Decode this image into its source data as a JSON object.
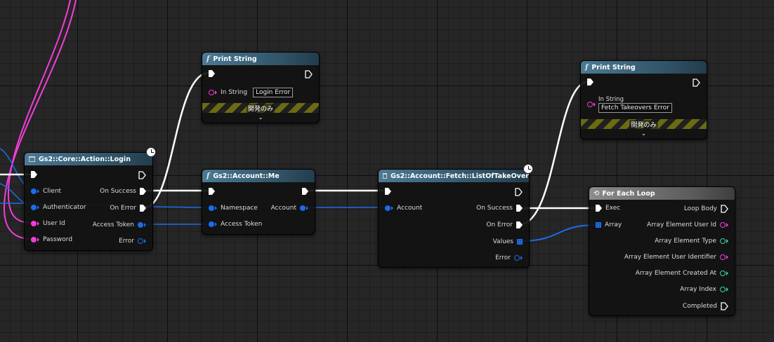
{
  "colors": {
    "exec": "#ffffff",
    "object_pin": "#1a6ee8",
    "string_pin": "#f53cd7",
    "struct_pin": "#33d6a2",
    "function_header": "#3f6a83",
    "macro_header": "#7a7a7a"
  },
  "print_string_1": {
    "title": "Print String",
    "in_string_label": "In String",
    "in_string_value": "Login Error",
    "dev_only_label": "開発のみ"
  },
  "print_string_2": {
    "title": "Print String",
    "in_string_label": "In String",
    "in_string_value": "Fetch Takeovers Error",
    "dev_only_label": "開発のみ"
  },
  "login_node": {
    "title": "Gs2::Core::Action::Login",
    "inputs": [
      "Client",
      "Authenticator",
      "User Id",
      "Password"
    ],
    "outputs": [
      "On Success",
      "On Error",
      "Access Token",
      "Error"
    ]
  },
  "account_me_node": {
    "title": "Gs2::Account::Me",
    "inputs": [
      "Namespace",
      "Access Token"
    ],
    "outputs": [
      "Account"
    ]
  },
  "fetch_node": {
    "title": "Gs2::Account::Fetch::ListOfTakeOver",
    "inputs": [
      "Account"
    ],
    "outputs": [
      "On Success",
      "On Error",
      "Values",
      "Error"
    ]
  },
  "for_each_node": {
    "title": "For Each Loop",
    "inputs": [
      "Exec",
      "Array"
    ],
    "outputs": [
      "Loop Body",
      "Array Element User Id",
      "Array Element Type",
      "Array Element User Identifier",
      "Array Element Created At",
      "Array Index",
      "Completed"
    ]
  }
}
